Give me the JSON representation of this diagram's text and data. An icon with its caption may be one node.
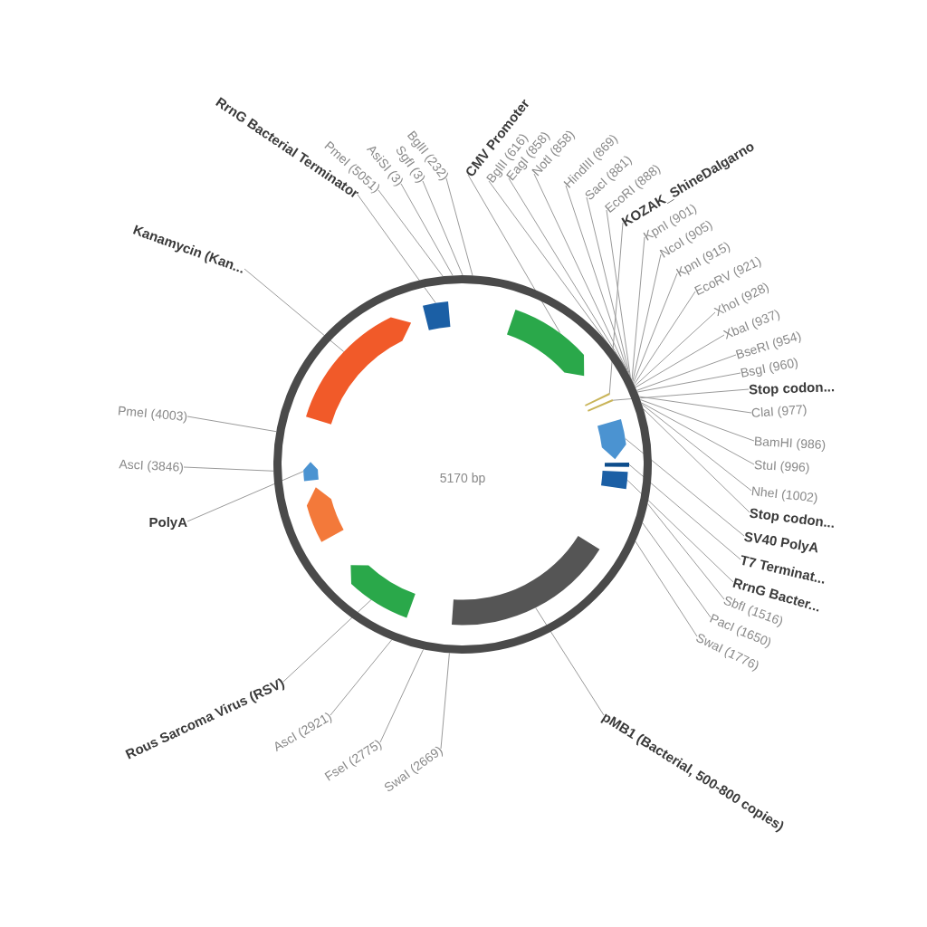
{
  "diagram": {
    "nodes": [
      {
        "text": [
          "5170 bp"
        ]
      },
      {
        "text": [],
        "shape": "arc",
        "in": 0
      },
      {
        "text": [],
        "shape": "box",
        "in": 0
      },
      {
        "text": [],
        "shape": "arc",
        "in": 0
      },
      {
        "text": [],
        "shape": "bar",
        "in": 0
      },
      {
        "text": [],
        "shape": "bar",
        "in": 0
      },
      {
        "text": [],
        "shape": "arc",
        "in": 0
      },
      {
        "text": [],
        "shape": "bar",
        "in": 0
      },
      {
        "text": [],
        "shape": "box",
        "in": 0
      },
      {
        "text": [],
        "shape": "bar",
        "in": 0
      },
      {
        "text": [],
        "shape": "arc",
        "in": 0
      },
      {
        "text": [],
        "shape": "arc",
        "in": 0
      },
      {
        "text": [],
        "shape": "arc",
        "in": 0
      },
      {
        "text": [
          "RrnG Bacterial Terminator"
        ]
      },
      {
        "text": [
          "PmeI (5051)"
        ]
      },
      {
        "text": [
          "AsiSI (3)"
        ]
      },
      {
        "text": [
          "SgfI (3)"
        ]
      },
      {
        "text": [
          "BglII (232)"
        ]
      },
      {
        "text": [
          "CMV Promoter"
        ]
      },
      {
        "text": [
          "BglII (616)"
        ]
      },
      {
        "text": [
          "EagI (858)"
        ]
      },
      {
        "text": [
          "NotI (858)"
        ]
      },
      {
        "text": [
          "HindIII (869)"
        ]
      },
      {
        "text": [
          "SacI (881)"
        ]
      },
      {
        "text": [
          "EcoRI (888)"
        ]
      },
      {
        "text": [
          "KOZAK_ShineDalgarno"
        ]
      },
      {
        "text": [
          "KpnI (901)"
        ]
      },
      {
        "text": [
          "NcoI (905)"
        ]
      },
      {
        "text": [
          "KpnI (915)"
        ]
      },
      {
        "text": [
          "EcoRV (921)"
        ]
      },
      {
        "text": [
          "XhoI (928)"
        ]
      },
      {
        "text": [
          "XbaI (937)"
        ]
      },
      {
        "text": [
          "BseRI (954)"
        ]
      },
      {
        "text": [
          "BsgI (960)"
        ]
      },
      {
        "text": [
          "Stop codon..."
        ]
      },
      {
        "text": [
          "ClaI (977)"
        ]
      },
      {
        "text": [
          "BamHI (986)"
        ]
      },
      {
        "text": [
          "StuI (996)"
        ]
      },
      {
        "text": [
          "NheI (1002)"
        ]
      },
      {
        "text": [
          "Stop codon..."
        ]
      },
      {
        "text": [
          "SV40 PolyA"
        ]
      },
      {
        "text": [
          "T7 Terminat..."
        ]
      },
      {
        "text": [
          "RrnG Bacter..."
        ]
      },
      {
        "text": [
          "SbfI (1516)"
        ]
      },
      {
        "text": [
          "PacI (1650)"
        ]
      },
      {
        "text": [
          "SwaI (1776)"
        ]
      },
      {
        "text": [
          "pMB1 (Bacterial, 500-800 copies)"
        ]
      },
      {
        "text": [
          "SwaI (2669)"
        ]
      },
      {
        "text": [
          "FseI (2775)"
        ]
      },
      {
        "text": [
          "AscI (2921)"
        ]
      },
      {
        "text": [
          "Rous Sarcoma Virus (RSV)"
        ]
      },
      {
        "text": [
          "PolyA"
        ]
      },
      {
        "text": [
          "AscI (3846)"
        ]
      },
      {
        "text": [
          "PmeI (4003)"
        ]
      },
      {
        "text": [
          "Kanamycin (Kan..."
        ]
      }
    ],
    "edges": [
      {
        "from": 13,
        "to": 2,
        "arrow": "none"
      },
      {
        "from": 14,
        "to": 0,
        "arrow": "none"
      },
      {
        "from": 15,
        "to": 0,
        "arrow": "none"
      },
      {
        "from": 16,
        "to": 0,
        "arrow": "none"
      },
      {
        "from": 17,
        "to": 0,
        "arrow": "none"
      },
      {
        "from": 18,
        "to": 3,
        "arrow": "none"
      },
      {
        "from": 19,
        "to": 0,
        "arrow": "none"
      },
      {
        "from": 20,
        "to": 0,
        "arrow": "none"
      },
      {
        "from": 21,
        "to": 0,
        "arrow": "none"
      },
      {
        "from": 22,
        "to": 0,
        "arrow": "none"
      },
      {
        "from": 23,
        "to": 0,
        "arrow": "none"
      },
      {
        "from": 24,
        "to": 0,
        "arrow": "none"
      },
      {
        "from": 25,
        "to": 4,
        "arrow": "none"
      },
      {
        "from": 26,
        "to": 0,
        "arrow": "none"
      },
      {
        "from": 27,
        "to": 0,
        "arrow": "none"
      },
      {
        "from": 28,
        "to": 0,
        "arrow": "none"
      },
      {
        "from": 29,
        "to": 0,
        "arrow": "none"
      },
      {
        "from": 30,
        "to": 0,
        "arrow": "none"
      },
      {
        "from": 31,
        "to": 0,
        "arrow": "none"
      },
      {
        "from": 32,
        "to": 0,
        "arrow": "none"
      },
      {
        "from": 33,
        "to": 0,
        "arrow": "none"
      },
      {
        "from": 34,
        "to": 5,
        "arrow": "none"
      },
      {
        "from": 35,
        "to": 0,
        "arrow": "none"
      },
      {
        "from": 36,
        "to": 0,
        "arrow": "none"
      },
      {
        "from": 37,
        "to": 0,
        "arrow": "none"
      },
      {
        "from": 38,
        "to": 0,
        "arrow": "none"
      },
      {
        "from": 39,
        "to": 0,
        "arrow": "none"
      },
      {
        "from": 40,
        "to": 6,
        "arrow": "none"
      },
      {
        "from": 41,
        "to": 7,
        "arrow": "none"
      },
      {
        "from": 42,
        "to": 8,
        "arrow": "none"
      },
      {
        "from": 43,
        "to": 0,
        "arrow": "none"
      },
      {
        "from": 44,
        "to": 0,
        "arrow": "none"
      },
      {
        "from": 45,
        "to": 0,
        "arrow": "none"
      },
      {
        "from": 46,
        "to": 9,
        "arrow": "none"
      },
      {
        "from": 47,
        "to": 0,
        "arrow": "none"
      },
      {
        "from": 48,
        "to": 0,
        "arrow": "none"
      },
      {
        "from": 49,
        "to": 0,
        "arrow": "none"
      },
      {
        "from": 50,
        "to": 10,
        "arrow": "none"
      },
      {
        "from": 51,
        "to": 12,
        "arrow": "none"
      },
      {
        "from": 52,
        "to": 0,
        "arrow": "none"
      },
      {
        "from": 53,
        "to": 0,
        "arrow": "none"
      },
      {
        "from": 54,
        "to": 1,
        "arrow": "none"
      }
    ]
  }
}
